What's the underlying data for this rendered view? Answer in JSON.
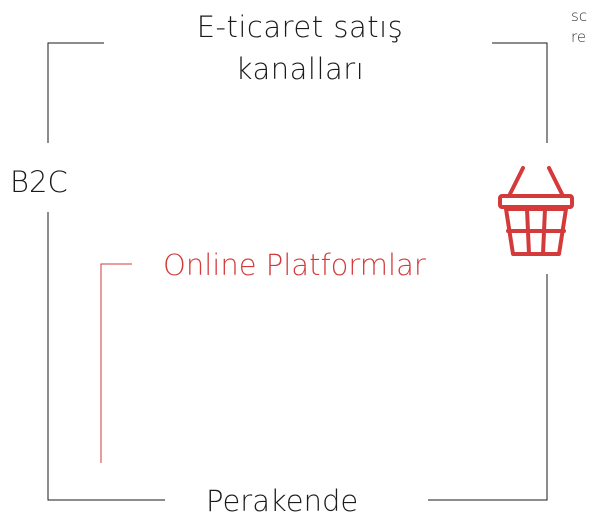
{
  "diagram": {
    "title": "E-ticaret satış kanalları",
    "title_lines": [
      "E-ticaret satış",
      "kanalları"
    ],
    "left_label": "B2C",
    "inner_label": "Online Platformlar",
    "bottom_label": "Perakende",
    "side_note_lines": [
      "sc",
      "re"
    ],
    "icon": "shopping-basket-icon",
    "colors": {
      "frame": "#1a1a1a",
      "accent": "#d43a3a"
    }
  }
}
